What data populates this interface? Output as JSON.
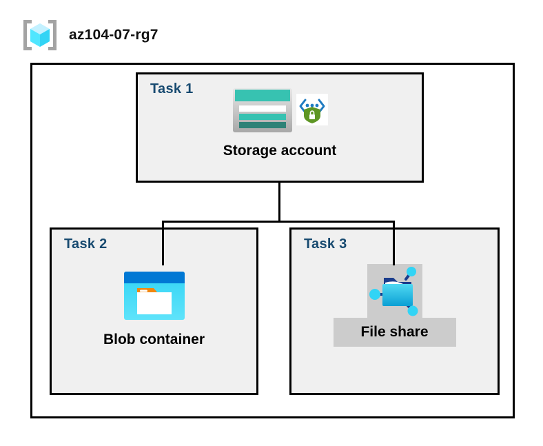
{
  "header": {
    "icon": "resource-group-icon",
    "title": "az104-07-rg7"
  },
  "diagram": {
    "type": "azure-architecture",
    "container_label": "az104-07-rg7",
    "tasks": [
      {
        "id": "task-1",
        "label": "Task 1",
        "resource": "Storage account",
        "icons": [
          "storage-account-icon",
          "private-link-security-icon"
        ]
      },
      {
        "id": "task-2",
        "label": "Task 2",
        "resource": "Blob container",
        "icons": [
          "blob-container-icon"
        ]
      },
      {
        "id": "task-3",
        "label": "Task 3",
        "resource": "File share",
        "icons": [
          "file-share-icon"
        ]
      }
    ],
    "connections": [
      {
        "from": "task-1",
        "to": "task-2"
      },
      {
        "from": "task-1",
        "to": "task-3"
      }
    ]
  },
  "colors": {
    "task_label": "#174A70",
    "box_border": "#000000",
    "box_fill": "#f0f0f0",
    "canvas": "#ffffff",
    "storage_teal": "#37C2B1",
    "storage_teal_dark": "#2E8277",
    "blob_blue": "#0078D4",
    "blob_cyan": "#32D4F5",
    "blob_orange": "#F2870F",
    "fileshare_blue": "#32BEDD",
    "fileshare_node": "#32D4F5",
    "shield_green": "#5E9624",
    "resource_group_cyan": "#50E6FF",
    "plate_grey": "#CCCCCC"
  }
}
